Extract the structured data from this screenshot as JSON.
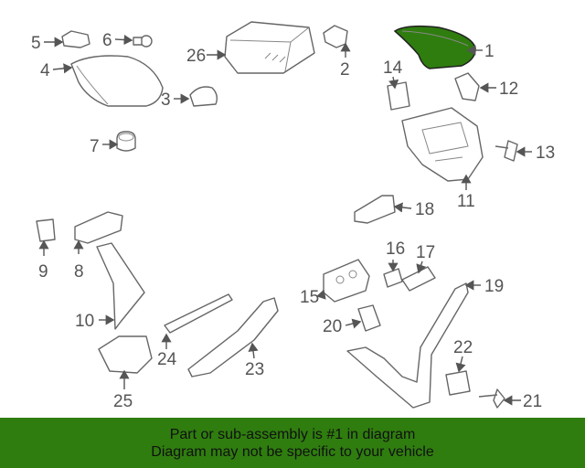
{
  "colors": {
    "highlight": "#2f7d0f",
    "banner": "#2f7d0f",
    "line": "#666666",
    "text": "#555555"
  },
  "callouts": [
    "1",
    "2",
    "3",
    "4",
    "5",
    "6",
    "7",
    "8",
    "9",
    "10",
    "11",
    "12",
    "13",
    "14",
    "15",
    "16",
    "17",
    "18",
    "19",
    "20",
    "21",
    "22",
    "23",
    "24",
    "25",
    "26"
  ],
  "highlighted_part": "1",
  "banner": {
    "line1": "Part or sub-assembly is #1 in diagram",
    "line2": "Diagram may not be specific to your vehicle"
  }
}
